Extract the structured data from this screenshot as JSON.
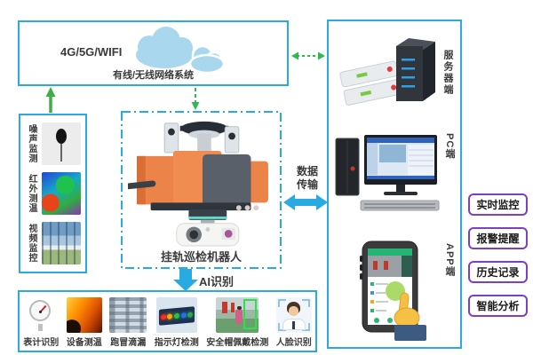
{
  "colors": {
    "accent_blue": "#29abe2",
    "arrow_green": "#3fae49",
    "feature_purple": "#7e3fc2"
  },
  "network_box": {
    "wifi_label": "4G/5G/WIFI",
    "caption": "有线/无线网络系统",
    "icon": "cloud-icon"
  },
  "sensor_panel": {
    "items": [
      {
        "label": "噪声监测",
        "icon": "microphone-photo"
      },
      {
        "label": "红外测温",
        "icon": "thermal-image-photo"
      },
      {
        "label": "视频监控",
        "icon": "cctv-scene-photo"
      }
    ]
  },
  "robot_box": {
    "label": "挂轨巡检机器人",
    "icon": "rail-inspection-robot-photo"
  },
  "data_transfer": {
    "label_line1": "数据",
    "label_line2": "传输"
  },
  "terminal_panel": {
    "server": {
      "label": "服务器端",
      "icon": "server-icon"
    },
    "pc": {
      "label": "PC端",
      "icon": "desktop-pc-icon"
    },
    "app": {
      "label": "APP端",
      "icon": "tablet-hand-icon"
    }
  },
  "features": [
    {
      "label": "实时监控"
    },
    {
      "label": "报警提醒"
    },
    {
      "label": "历史记录"
    },
    {
      "label": "智能分析"
    }
  ],
  "ai_section": {
    "arrow_label": "AI识别",
    "items": [
      {
        "label": "表计识别",
        "icon": "gauge-photo"
      },
      {
        "label": "设备测温",
        "icon": "thermal-photo"
      },
      {
        "label": "跑冒滴漏",
        "icon": "pipes-photo"
      },
      {
        "label": "指示灯检测",
        "icon": "indicator-lights-photo"
      },
      {
        "label": "安全帽佩戴检测",
        "icon": "helmet-detection-photo"
      },
      {
        "label": "人脸识别",
        "icon": "face-recognition-photo"
      }
    ]
  }
}
